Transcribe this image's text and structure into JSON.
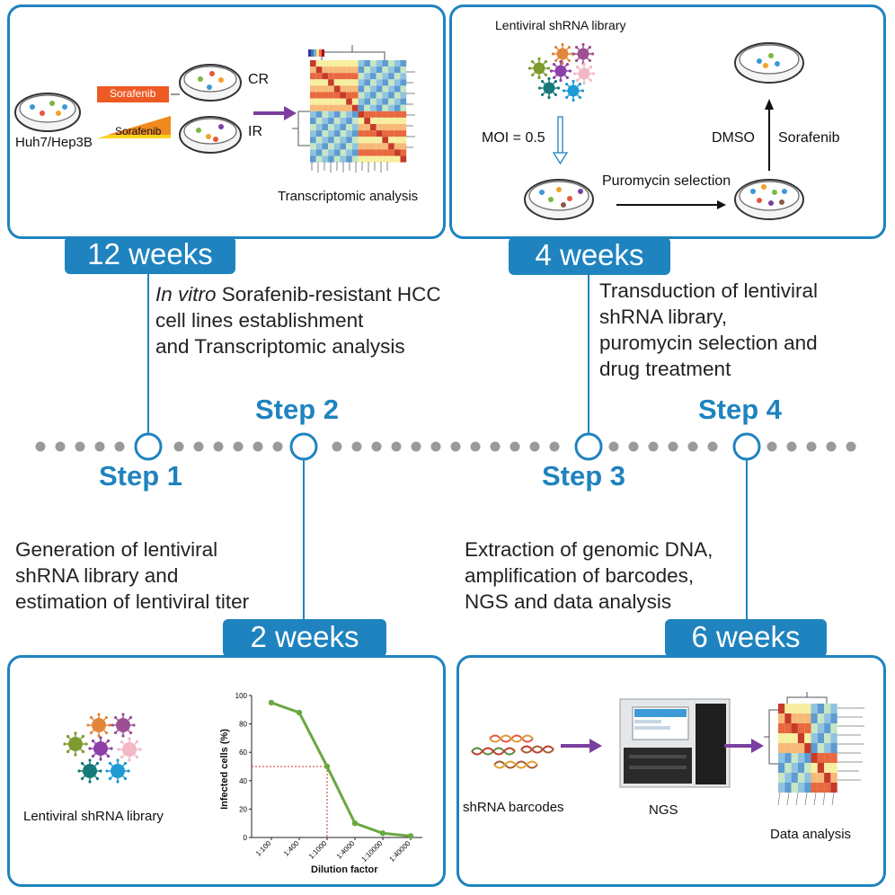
{
  "steps": {
    "step1": {
      "label": "Step 1",
      "duration": "12 weeks",
      "desc_italic": "In vitro",
      "desc_rest": " Sorafenib-resistant HCC",
      "desc_line2": "cell lines establishment",
      "desc_line3": "and Transcriptomic analysis"
    },
    "step2": {
      "label": "Step 2",
      "duration": "2 weeks",
      "desc_line1": "Generation of lentiviral",
      "desc_line2": "shRNA library and",
      "desc_line3": "estimation of lentiviral titer"
    },
    "step3": {
      "label": "Step 3",
      "duration": "6 weeks",
      "desc_line1": "Extraction of genomic DNA,",
      "desc_line2": "amplification of barcodes,",
      "desc_line3": "NGS and data analysis"
    },
    "step4": {
      "label": "Step 4",
      "duration": "4 weeks",
      "desc_line1": "Transduction of lentiviral",
      "desc_line2": "shRNA library,",
      "desc_line3": "puromycin selection and",
      "desc_line4": "drug treatment"
    }
  },
  "panel1": {
    "cells": "Huh7/Hep3B",
    "drug1": "Sorafenib",
    "drug2": "Sorafenib",
    "cr": "CR",
    "ir": "IR",
    "analysis": "Transcriptomic analysis"
  },
  "panel2": {
    "library": "Lentiviral shRNA library",
    "moi": "MOI = 0.5",
    "puro": "Puromycin selection",
    "dmso": "DMSO",
    "sorafenib": "Sorafenib"
  },
  "panel3": {
    "library": "Lentiviral shRNA library"
  },
  "panel4": {
    "barcodes": "shRNA barcodes",
    "ngs": "NGS",
    "analysis": "Data analysis"
  },
  "chart_data": {
    "type": "line",
    "categories": [
      "1:100",
      "1:400",
      "1:1000",
      "1:4000",
      "1:10000",
      "1:40000"
    ],
    "series": [
      {
        "values": [
          95,
          88,
          50,
          10,
          3,
          1
        ]
      }
    ],
    "xlabel": "Dilution factor",
    "ylabel": "Infected cells (%)",
    "ylim": [
      0,
      100
    ],
    "yticks": [
      "0",
      "20",
      "40",
      "60",
      "80",
      "100"
    ],
    "reference": {
      "x": "1:1000",
      "y": 50
    },
    "color": "#6aa843"
  },
  "colors": {
    "accent": "#1f83bf",
    "arrow": "#7b3fa0",
    "timeline_dot": "#9a9a9a"
  }
}
